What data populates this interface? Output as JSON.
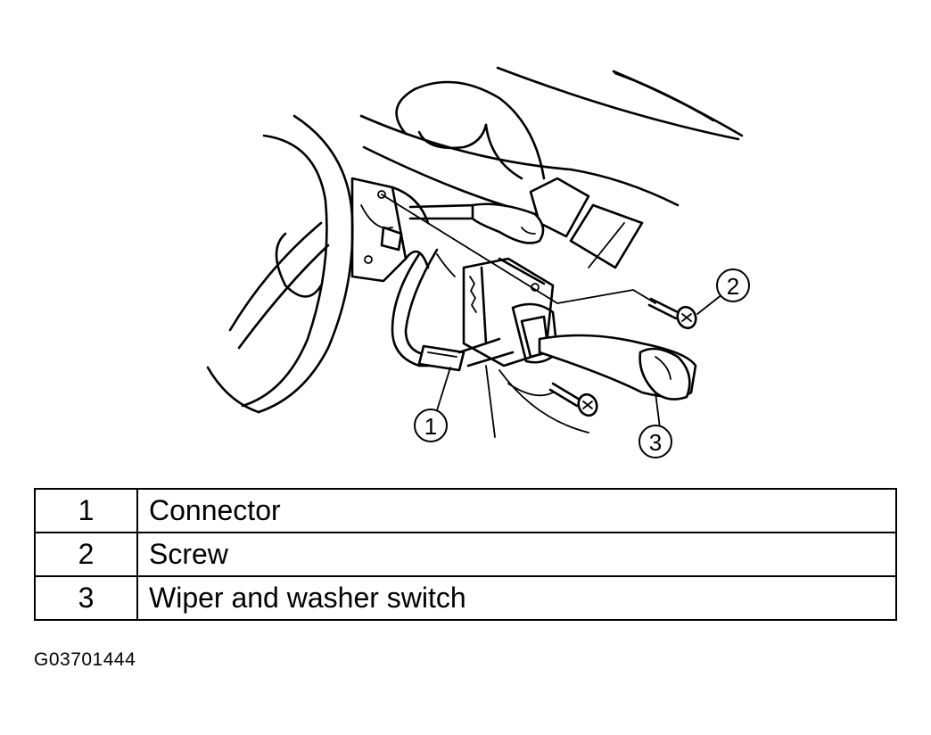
{
  "callouts": {
    "one": "1",
    "two": "2",
    "three": "3"
  },
  "legend": {
    "rows": [
      {
        "num": "1",
        "desc": "Connector"
      },
      {
        "num": "2",
        "desc": "Screw"
      },
      {
        "num": "3",
        "desc": "Wiper and washer switch"
      }
    ]
  },
  "figure_id": "G03701444"
}
